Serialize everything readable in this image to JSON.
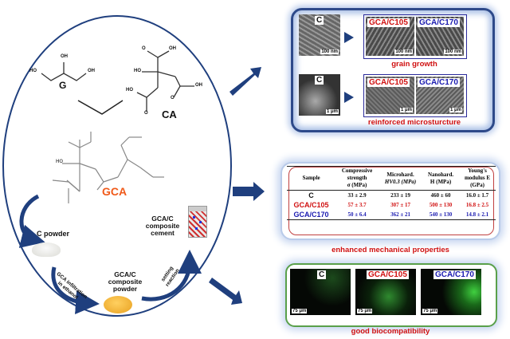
{
  "synthesis": {
    "glycerol_label": "G",
    "citric_acid_label": "CA",
    "gca_label": "GCA",
    "oh": "OH",
    "ho": "HO",
    "o": "O",
    "c_powder_label": "C powder",
    "infiltration_label_line1": "GCA infiltration",
    "infiltration_label_line2": "in ethanol",
    "composite_powder_line1": "GCA/C",
    "composite_powder_line2": "composite",
    "composite_powder_line3": "powder",
    "setting_line1": "setting",
    "setting_line2": "reaction",
    "composite_cement_line1": "GCA/C",
    "composite_cement_line2": "composite",
    "composite_cement_line3": "cement"
  },
  "colors": {
    "navy": "#1f3f7e",
    "gca_orange": "#f05a1a",
    "red": "#d01010",
    "blue": "#1a1ab0",
    "green_border": "#5aa04a"
  },
  "sem_panel": {
    "row1": {
      "control_label": "C",
      "control_scale": "100 nm",
      "samples": [
        {
          "label": "GCA/C105",
          "scale": "100 nm"
        },
        {
          "label": "GCA/C170",
          "scale": "100 nm"
        }
      ],
      "caption": "grain growth"
    },
    "row2": {
      "control_label": "C",
      "control_scale": "1 μm",
      "samples": [
        {
          "label": "GCA/C105",
          "scale": "1 μm"
        },
        {
          "label": "GCA/C170",
          "scale": "1 μm"
        }
      ],
      "caption": "reinforced microsturcture"
    }
  },
  "mechanical_table": {
    "headers": {
      "sample": "Sample",
      "compressive": [
        "Compressive",
        "strength",
        "σ (MPa)"
      ],
      "microhard": [
        "Microhard.",
        "HV0.3 (MPa)"
      ],
      "nanohard": [
        "Nanohard.",
        "H (MPa)"
      ],
      "youngs": [
        "Young's",
        "modulus E",
        "(GPa)"
      ]
    },
    "rows": [
      {
        "sample": "C",
        "compressive": "33 ± 2.9",
        "microhard": "233 ± 19",
        "nanohard": "460 ± 60",
        "youngs": "16.0 ± 1.7"
      },
      {
        "sample": "GCA/C105",
        "compressive": "57 ± 3.7",
        "microhard": "307 ± 17",
        "nanohard": "500 ± 130",
        "youngs": "16.8 ± 2.5"
      },
      {
        "sample": "GCA/C170",
        "compressive": "50 ± 6.4",
        "microhard": "362 ± 21",
        "nanohard": "540 ± 130",
        "youngs": "14.8 ± 2.1"
      }
    ],
    "caption": "enhanced mechanical properties"
  },
  "bio_panel": {
    "images": [
      {
        "label": "C",
        "scale": "75 μm"
      },
      {
        "label": "GCA/C105",
        "scale": "75 μm"
      },
      {
        "label": "GCA/C170",
        "scale": "75 μm"
      }
    ],
    "caption": "good biocompatibility"
  }
}
